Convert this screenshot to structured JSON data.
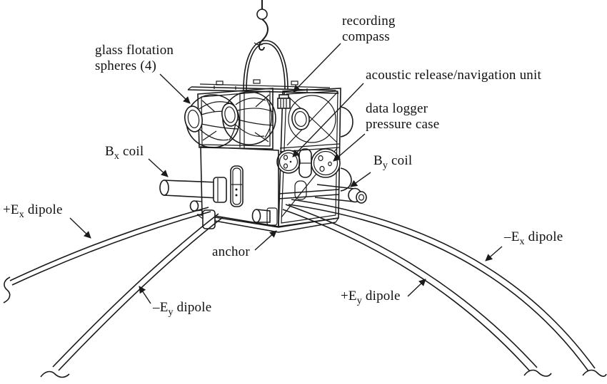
{
  "figure": {
    "title": "seafloor electromagnetic receiver instrument diagram",
    "style": "black ink line drawing on white",
    "ink_color": "#1a1a1a",
    "background_color": "#ffffff"
  },
  "labels": {
    "glass_flotation": {
      "line1": "glass flotation",
      "line2": "spheres (4)"
    },
    "recording_compass": {
      "line1": "recording",
      "line2": "compass"
    },
    "acoustic_release": {
      "text": "acoustic release/navigation unit"
    },
    "data_logger": {
      "line1": "data logger",
      "line2": "pressure case"
    },
    "bx_coil": {
      "pre": "B",
      "sub": "x",
      "post": " coil"
    },
    "by_coil": {
      "pre": "B",
      "sub": "y",
      "post": " coil"
    },
    "ex_plus": {
      "pre": "+E",
      "sub": "x",
      "post": " dipole"
    },
    "ex_minus": {
      "pre": "–E",
      "sub": "x",
      "post": " dipole"
    },
    "ey_plus": {
      "pre": "+E",
      "sub": "y",
      "post": " dipole"
    },
    "ey_minus": {
      "pre": "–E",
      "sub": "y",
      "post": " dipole"
    },
    "anchor": {
      "text": "anchor"
    }
  }
}
